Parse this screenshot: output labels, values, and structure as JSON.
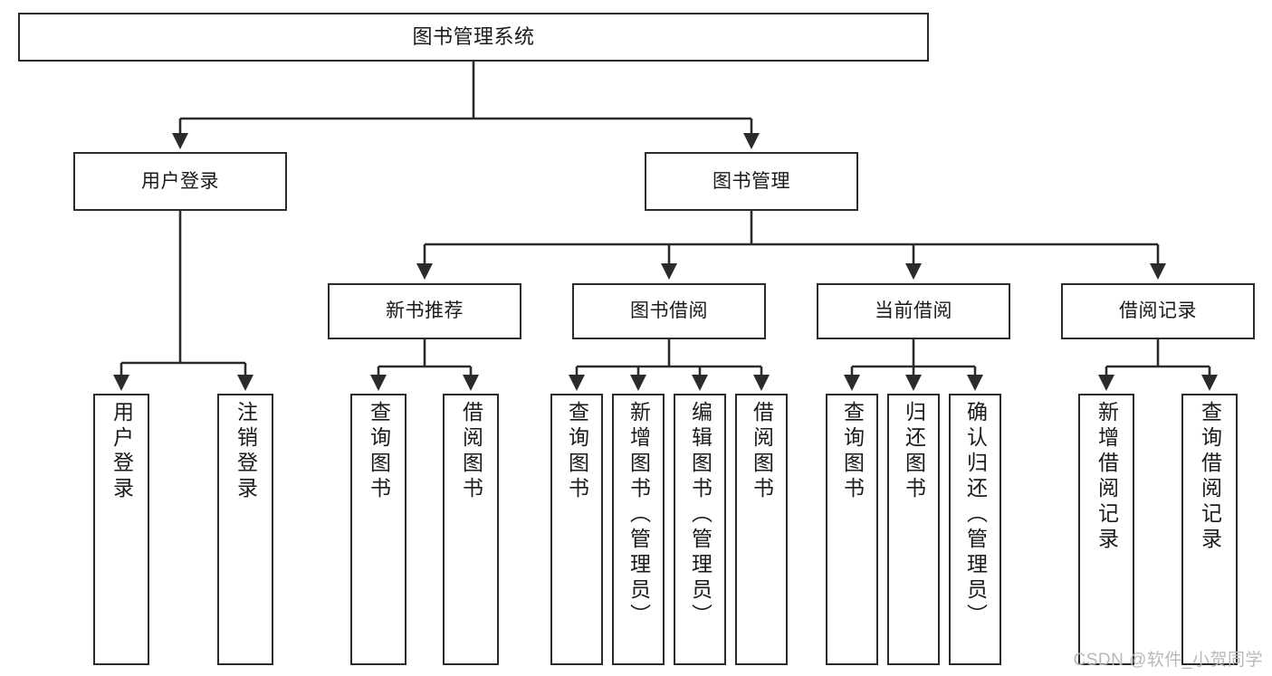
{
  "diagram": {
    "type": "tree-flowchart",
    "title": "图书管理系统",
    "watermark": "CSDN @软件_小贺同学",
    "colors": {
      "box_border": "#2b2b2b",
      "box_fill": "#ffffff",
      "edge": "#2b2b2b",
      "text": "#1a1a1a",
      "watermark": "#b9b9b9"
    },
    "nodes": {
      "root": {
        "label": "图书管理系统"
      },
      "level1": [
        {
          "id": "user-login",
          "label": "用户登录"
        },
        {
          "id": "book-manage",
          "label": "图书管理"
        }
      ],
      "level2": [
        {
          "id": "new-book-recommend",
          "label": "新书推荐"
        },
        {
          "id": "book-borrow",
          "label": "图书借阅"
        },
        {
          "id": "current-borrow",
          "label": "当前借阅"
        },
        {
          "id": "borrow-record",
          "label": "借阅记录"
        }
      ],
      "leaves": [
        {
          "id": "leaf-user-login",
          "label": "用户登录",
          "parent": "user-login"
        },
        {
          "id": "leaf-logout",
          "label": "注销登录",
          "parent": "user-login"
        },
        {
          "id": "leaf-query-book-1",
          "label": "查询图书",
          "parent": "new-book-recommend"
        },
        {
          "id": "leaf-borrow-book-1",
          "label": "借阅图书",
          "parent": "new-book-recommend"
        },
        {
          "id": "leaf-query-book-2",
          "label": "查询图书",
          "parent": "book-borrow"
        },
        {
          "id": "leaf-add-book",
          "label": "新增图书（管理员）",
          "parent": "book-borrow"
        },
        {
          "id": "leaf-edit-book",
          "label": "编辑图书（管理员）",
          "parent": "book-borrow"
        },
        {
          "id": "leaf-borrow-book-2",
          "label": "借阅图书",
          "parent": "book-borrow"
        },
        {
          "id": "leaf-query-book-3",
          "label": "查询图书",
          "parent": "current-borrow"
        },
        {
          "id": "leaf-return-book",
          "label": "归还图书",
          "parent": "current-borrow"
        },
        {
          "id": "leaf-confirm-return",
          "label": "确认归还（管理员）",
          "parent": "current-borrow"
        },
        {
          "id": "leaf-add-record",
          "label": "新增借阅记录",
          "parent": "borrow-record"
        },
        {
          "id": "leaf-query-record",
          "label": "查询借阅记录",
          "parent": "borrow-record"
        }
      ]
    }
  }
}
